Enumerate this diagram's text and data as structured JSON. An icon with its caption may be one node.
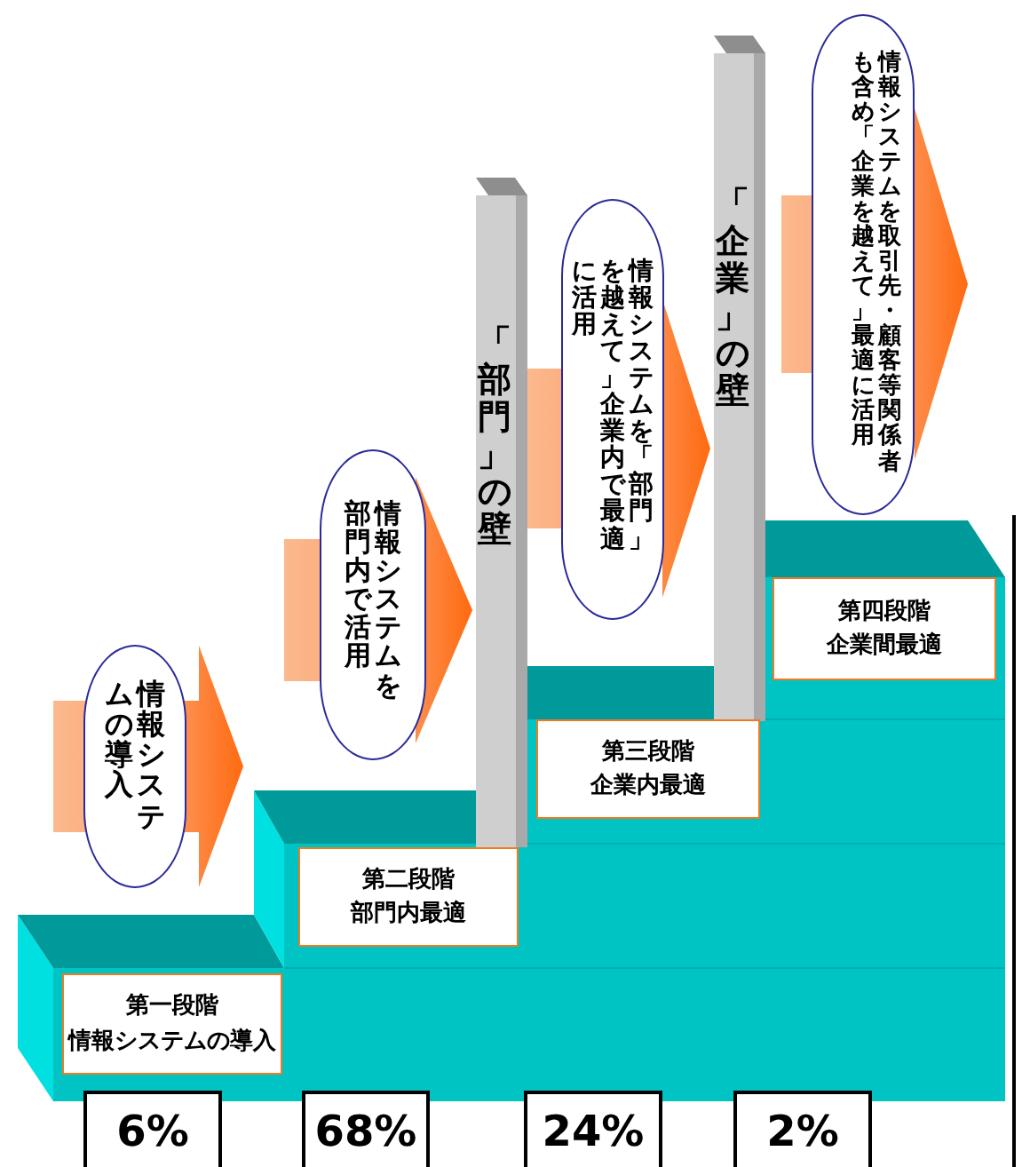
{
  "diagram": {
    "nodes": [
      {
        "text": [
          "情報システムの導入"
        ]
      },
      {
        "text": [
          "情報システムを部門内で活用"
        ]
      },
      {
        "text": [
          "「部門」の壁"
        ]
      },
      {
        "text": [
          "情報システムを「部門」を越えて」企業内で最適に活用"
        ]
      },
      {
        "text": [
          "「企業」の壁"
        ]
      },
      {
        "text": [
          "情報システムを取引先・顧客等関係者も含め「企業を越えて」最適に活用"
        ]
      },
      {
        "text": [
          "第四段階",
          "企業間最適"
        ]
      },
      {
        "text": [
          "第三段階",
          "企業内最適"
        ]
      },
      {
        "text": [
          "第二段階",
          "部門内最適"
        ]
      },
      {
        "text": [
          "第一段階",
          "情報システムの導入"
        ]
      },
      {
        "text": [
          "6%"
        ]
      },
      {
        "text": [
          "68%"
        ]
      },
      {
        "text": [
          "24%"
        ]
      },
      {
        "text": [
          "2%"
        ]
      }
    ],
    "edges": [
      {
        "from": 0,
        "to": null,
        "arrow": "to"
      },
      {
        "from": 1,
        "to": 2,
        "arrow": "to"
      },
      {
        "from": 3,
        "to": 4,
        "arrow": "to"
      },
      {
        "from": 5,
        "to": null,
        "arrow": "to"
      }
    ]
  }
}
